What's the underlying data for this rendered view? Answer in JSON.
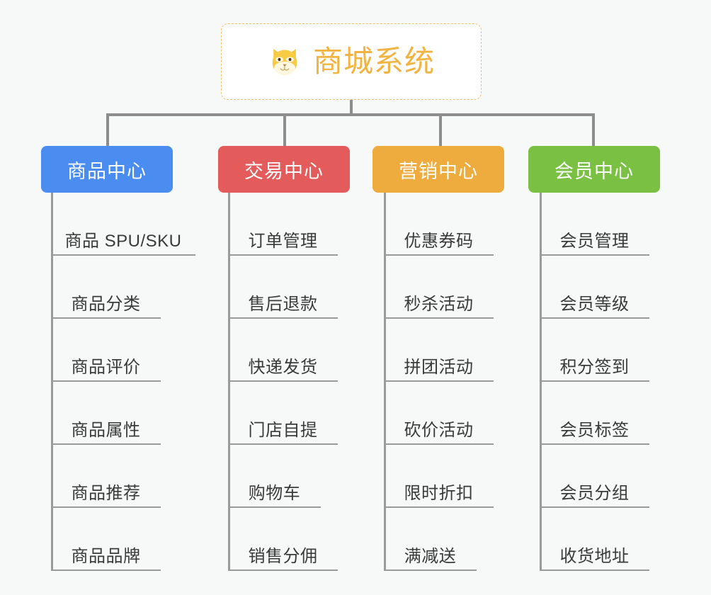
{
  "diagram": {
    "type": "org-chart",
    "background_color": "#f7f8f8",
    "root": {
      "title": "商城系统",
      "icon": "shiba-dog-face-icon",
      "title_color": "#f2b340",
      "border_color": "#efc06a",
      "background_color": "#ffffff"
    },
    "connector_color": "#8d8d8d",
    "leaf_line_color": "#9a9a9a",
    "leaf_text_color": "#3a3a3a",
    "branches": [
      {
        "label": "商品中心",
        "color": "#4a8cf0",
        "items": [
          "商品 SPU/SKU",
          "商品分类",
          "商品评价",
          "商品属性",
          "商品推荐",
          "商品品牌"
        ]
      },
      {
        "label": "交易中心",
        "color": "#e35b5b",
        "items": [
          "订单管理",
          "售后退款",
          "快递发货",
          "门店自提",
          "购物车",
          "销售分佣"
        ]
      },
      {
        "label": "营销中心",
        "color": "#eeab3e",
        "items": [
          "优惠券码",
          "秒杀活动",
          "拼团活动",
          "砍价活动",
          "限时折扣",
          "满减送"
        ]
      },
      {
        "label": "会员中心",
        "color": "#7ac143",
        "items": [
          "会员管理",
          "会员等级",
          "积分签到",
          "会员标签",
          "会员分组",
          "收货地址"
        ]
      }
    ]
  }
}
